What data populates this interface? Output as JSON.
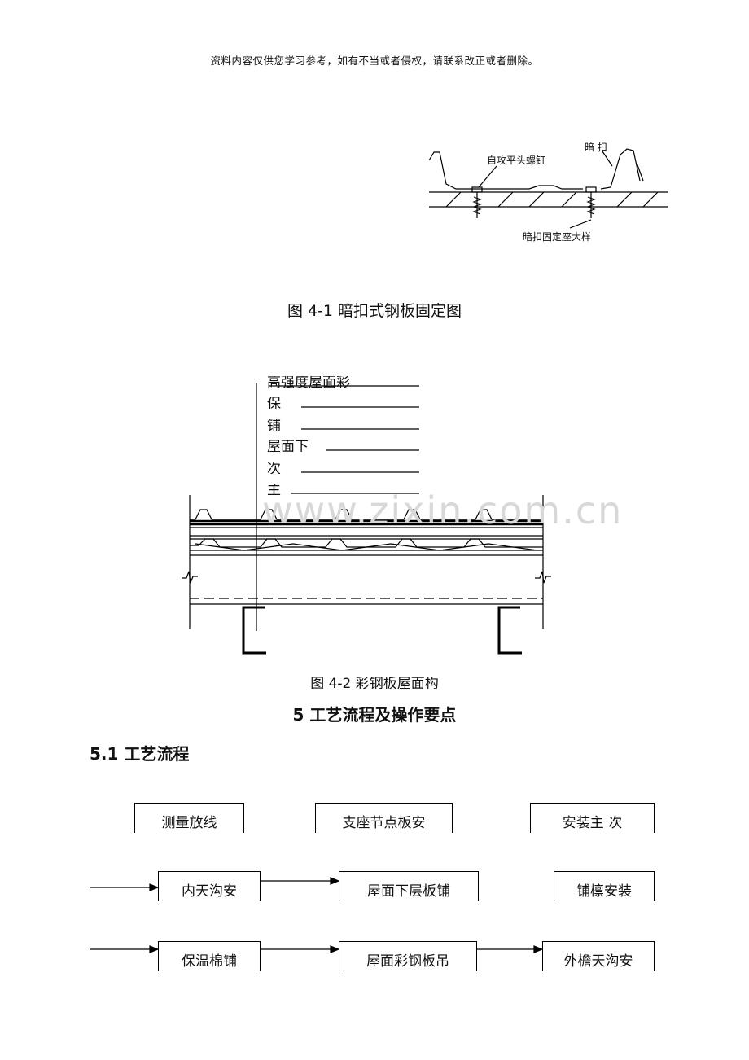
{
  "header_note": "资料内容仅供您学习参考，如有不当或者侵权，请联系改正或者删除。",
  "fig1": {
    "label_screw": "自攻平头螺钉",
    "label_hidden": "暗 扣",
    "label_detail": "暗扣固定座大样",
    "caption": "图 4-1    暗扣式钢板固定图"
  },
  "fig2": {
    "layers": [
      "高强度屋面彩",
      "保",
      "铺",
      "屋面下",
      "次",
      "主"
    ],
    "caption": "图 4-2    彩钢板屋面构"
  },
  "watermark": "www.zixin.com.cn",
  "section_title": "5    工艺流程及操作要点",
  "subsection_title": "5.1    工艺流程",
  "flow": {
    "row1": [
      "测量放线",
      "支座节点板安",
      "安装主   次"
    ],
    "row2": [
      "内天沟安",
      "屋面下层板铺",
      "铺檩安装"
    ],
    "row3": [
      "保温棉铺",
      "屋面彩钢板吊",
      "外檐天沟安"
    ]
  }
}
